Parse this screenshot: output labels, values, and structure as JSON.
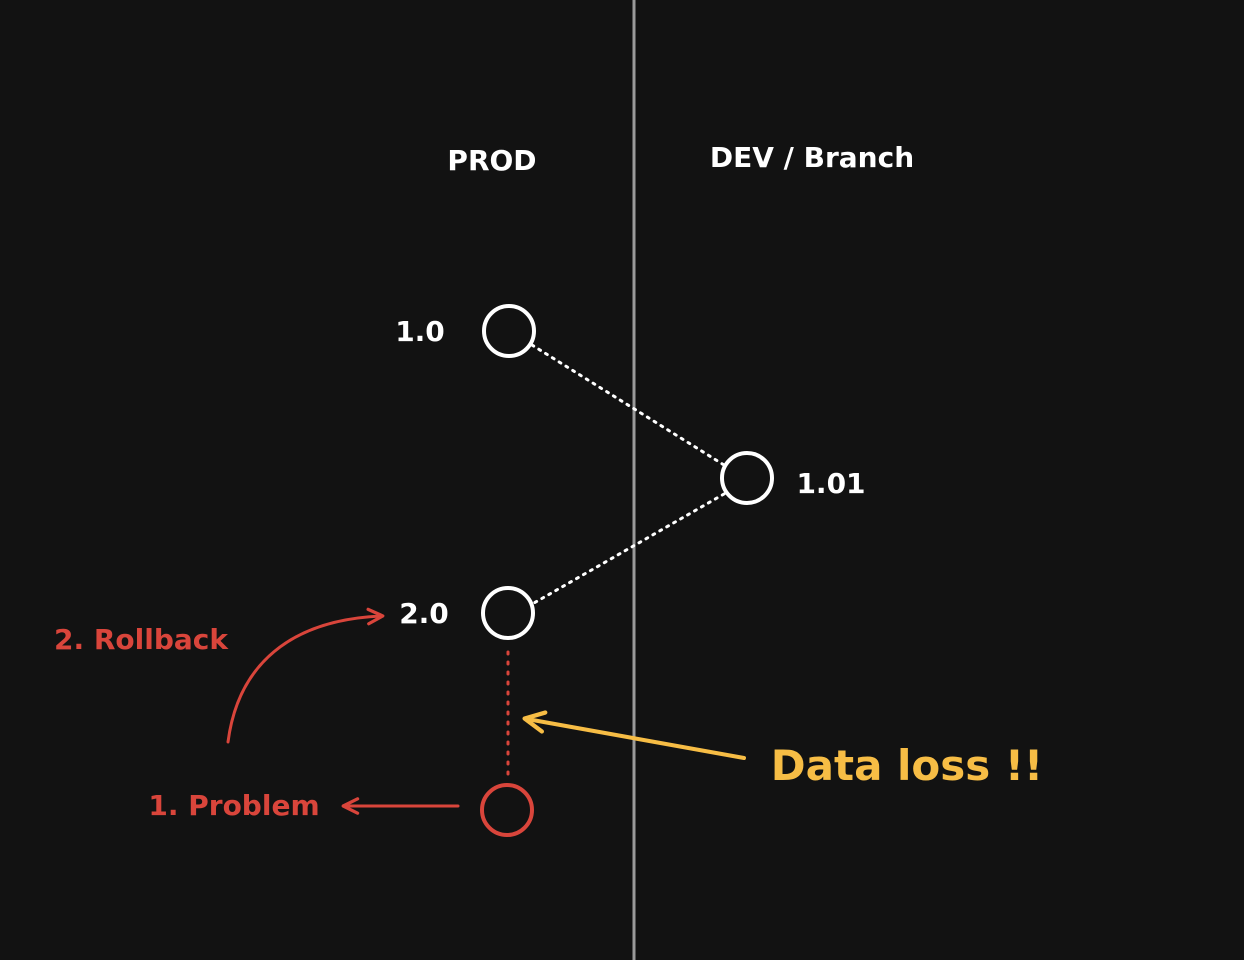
{
  "columns": {
    "prod": "PROD",
    "dev": "DEV / Branch"
  },
  "versions": {
    "v1": "1.0",
    "v101": "1.01",
    "v2": "2.0"
  },
  "annotations": {
    "problem": "1. Problem",
    "rollback": "2. Rollback",
    "data_loss": "Data loss !!"
  },
  "colors": {
    "background": "#121212",
    "divider": "#9a9a9a",
    "node": "#ffffff",
    "problem": "#d9453b",
    "warning": "#f7bd45"
  }
}
